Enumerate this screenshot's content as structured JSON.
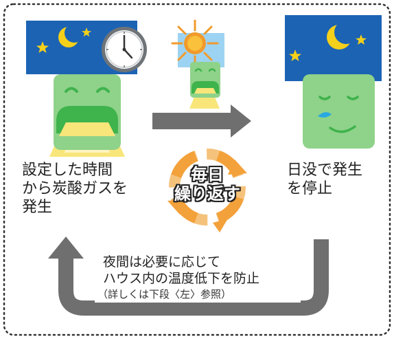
{
  "left_step": {
    "lines": [
      "設定した時間",
      "から炭酸ガスを",
      "発生"
    ]
  },
  "right_step": {
    "lines": [
      "日没で発生",
      "を停止"
    ]
  },
  "center_badge": {
    "lines": [
      "毎日",
      "繰り返す"
    ]
  },
  "bottom_note": {
    "line1": "夜間は必要に応じて",
    "line2": "ハウス内の温度低下を防止",
    "line3": "（詳しくは下段〈左〉参照）"
  },
  "colors": {
    "night_sky": "#1c63b4",
    "moon_star": "#f5d01a",
    "unit_green": "#8fd28a",
    "unit_dark_green": "#3fb34c",
    "gas_yellow": "#f8e67a",
    "arrow_gray": "#6f6f6f",
    "cycle_orange": "#f3a13a",
    "day_sky": "#9dd3f2",
    "sun": "#f19a2c",
    "border": "#333333"
  },
  "icons": [
    "moon-icon",
    "star-icon",
    "clock-icon",
    "sun-icon",
    "cycle-arrows-icon",
    "teardrop-icon"
  ]
}
